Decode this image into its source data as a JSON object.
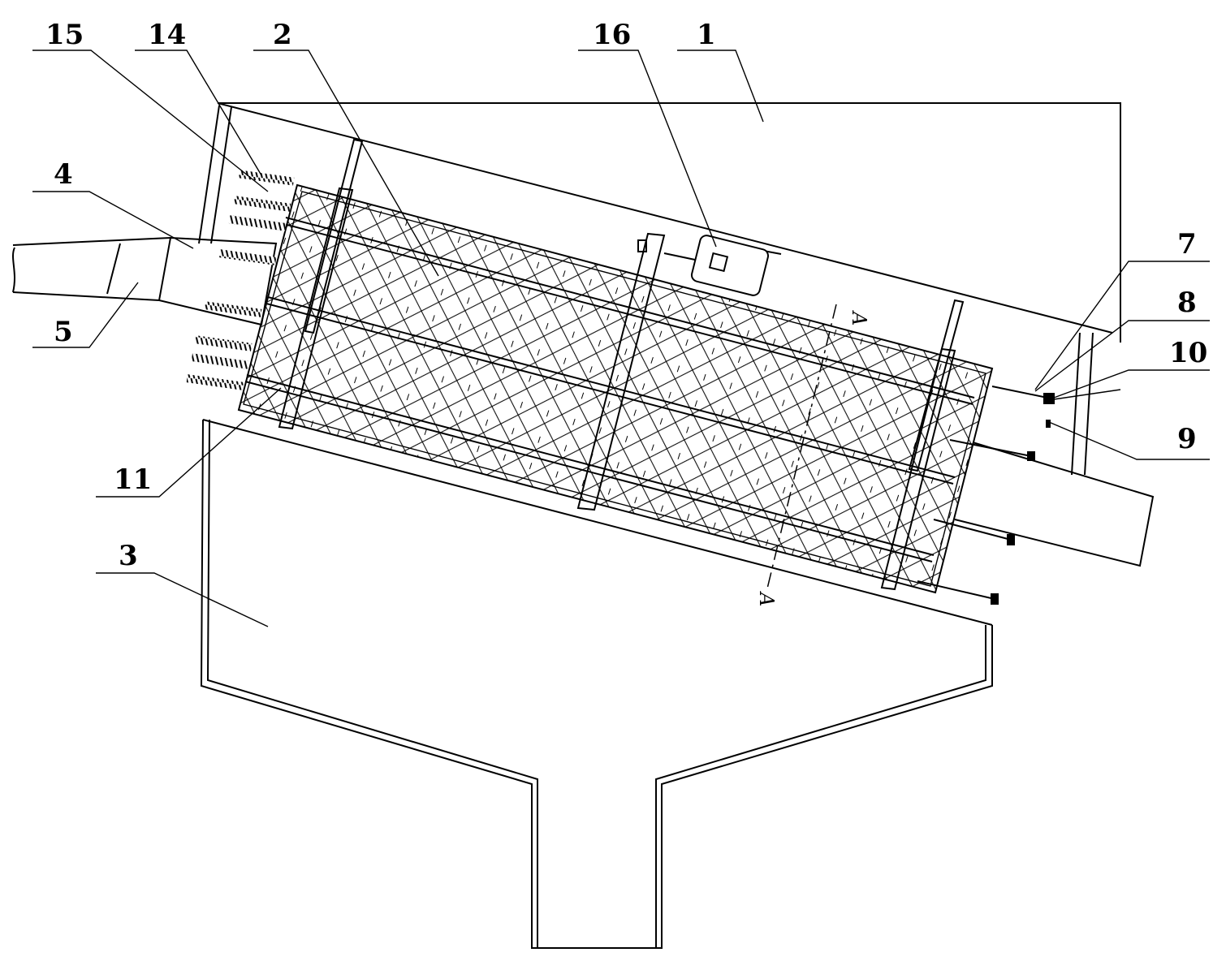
{
  "diagram": {
    "labels": {
      "l1": "1",
      "l2": "2",
      "l3": "3",
      "l4": "4",
      "l5": "5",
      "l7": "7",
      "l8": "8",
      "l9": "9",
      "l10": "10",
      "l11": "11",
      "l14": "14",
      "l15": "15",
      "l16": "16"
    },
    "section_marks": {
      "top": "A",
      "bottom": "A"
    }
  }
}
